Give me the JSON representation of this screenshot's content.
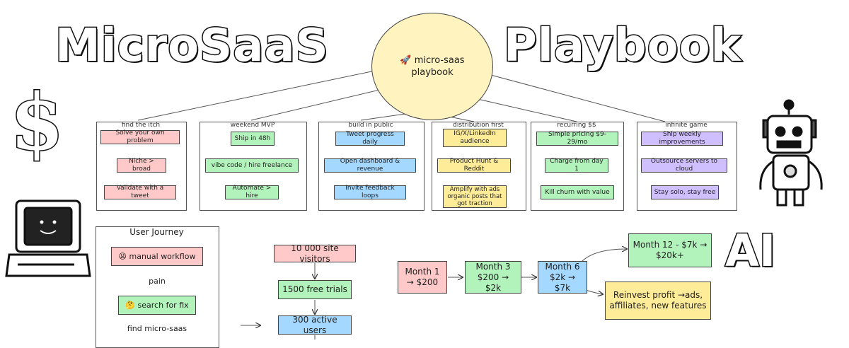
{
  "title_left": "MicroSaaS",
  "title_right": "Playbook",
  "hub": {
    "text": "🚀 micro-saas playbook"
  },
  "columns": [
    {
      "label": "find the itch",
      "items": [
        {
          "text": "Solve your own problem",
          "color": "red"
        },
        {
          "text": "Niche > broad",
          "color": "red"
        },
        {
          "text": "Validate with a tweet",
          "color": "red"
        }
      ]
    },
    {
      "label": "weekend MVP",
      "items": [
        {
          "text": "Ship in 48h",
          "color": "green"
        },
        {
          "text": "vibe code / hire freelance",
          "color": "green"
        },
        {
          "text": "Automate > hire",
          "color": "green"
        }
      ]
    },
    {
      "label": "build in public",
      "items": [
        {
          "text": "Tweet progress daily",
          "color": "blue"
        },
        {
          "text": "Open dashboard & revenue",
          "color": "blue"
        },
        {
          "text": "Invite feedback loops",
          "color": "blue"
        }
      ]
    },
    {
      "label": "distribution first",
      "items": [
        {
          "text": "IG/X/LinkedIn audience",
          "color": "yellow"
        },
        {
          "text": "Product Hunt & Reddit",
          "color": "yellow"
        },
        {
          "text": "Amplify with ads organic posts that got traction",
          "color": "yellow"
        }
      ]
    },
    {
      "label": "recurring $$",
      "items": [
        {
          "text": "Simple pricing $9-29/mo",
          "color": "green"
        },
        {
          "text": "Charge from day 1",
          "color": "green"
        },
        {
          "text": "Kill churn with value",
          "color": "green"
        }
      ]
    },
    {
      "label": "infinite game",
      "items": [
        {
          "text": "Ship weekly improvements",
          "color": "purple"
        },
        {
          "text": "Outsource servers to cloud",
          "color": "purple"
        },
        {
          "text": "Stay solo, stay free",
          "color": "purple"
        }
      ]
    }
  ],
  "user_journey": {
    "title": "User Journey",
    "step1": "😩 manual workflow",
    "label1": "pain",
    "step2": "🤔 search for fix",
    "label2": "find micro-saas"
  },
  "funnel": [
    "10 000 site visitors",
    "1500 free trials",
    "300 active users"
  ],
  "growth": {
    "m1": "Month 1 → $200",
    "m3": "Month 3 $200 → $2k",
    "m6": "Month 6 $2k → $7k",
    "m12": "Month 12 - $7k → $20k+",
    "reinvest": "Reinvest profit →ads, affiliates, new features"
  },
  "decor": {
    "dollar": "$",
    "ai": "AI"
  },
  "colors": {
    "red": "#ffc9c9",
    "green": "#b2f2bb",
    "blue": "#a5d8ff",
    "yellow": "#ffec99",
    "purple": "#d0bfff",
    "hub": "#fff3bf"
  }
}
